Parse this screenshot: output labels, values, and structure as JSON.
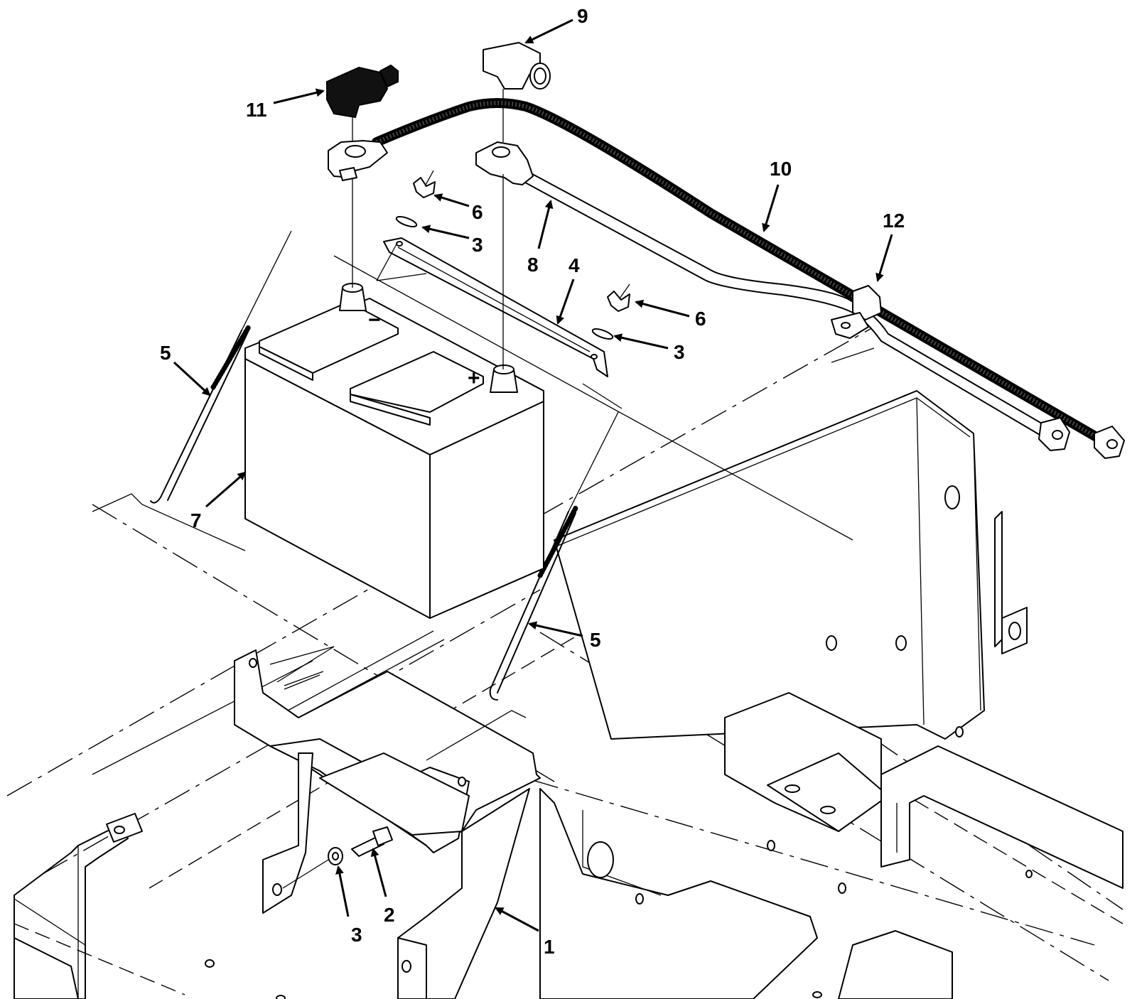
{
  "callouts": [
    {
      "id": "1",
      "text": "1"
    },
    {
      "id": "2",
      "text": "2"
    },
    {
      "id": "3a",
      "text": "3"
    },
    {
      "id": "3b",
      "text": "3"
    },
    {
      "id": "3c",
      "text": "3"
    },
    {
      "id": "4",
      "text": "4"
    },
    {
      "id": "5a",
      "text": "5"
    },
    {
      "id": "5b",
      "text": "5"
    },
    {
      "id": "6a",
      "text": "6"
    },
    {
      "id": "6b",
      "text": "6"
    },
    {
      "id": "7",
      "text": "7"
    },
    {
      "id": "8",
      "text": "8"
    },
    {
      "id": "9",
      "text": "9"
    },
    {
      "id": "10",
      "text": "10"
    },
    {
      "id": "11",
      "text": "11"
    },
    {
      "id": "12",
      "text": "12"
    }
  ],
  "terminal_marks": {
    "negative": "−",
    "positive": "+"
  }
}
